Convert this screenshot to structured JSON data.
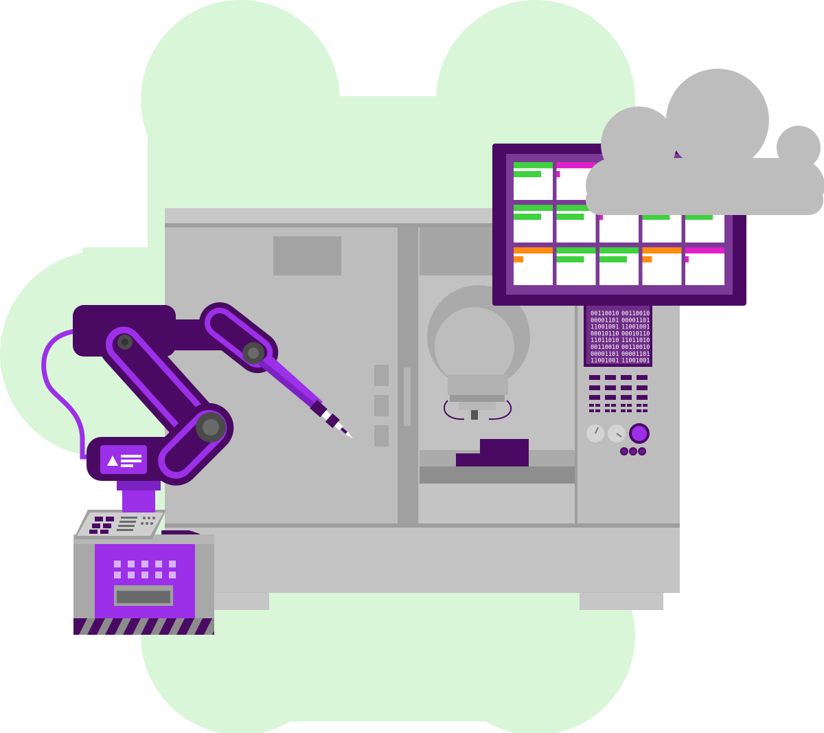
{
  "illustration": {
    "subject": "CNC machine tended by a robotic arm, with a production dashboard linked to the cloud",
    "colors": {
      "background_blob": "#d8f5d8",
      "machine_body": "#bebebe",
      "machine_dark": "#a0a0a0",
      "purple_dark": "#4a0a63",
      "purple_mid": "#7b2a96",
      "purple_bright": "#9b30e8",
      "cloud": "#bdbdbd",
      "status_green": "#3fd13f",
      "status_magenta": "#e020c8",
      "status_orange": "#ff8c10"
    },
    "binary_panel": {
      "rows": [
        [
          "00110010",
          "00110010"
        ],
        [
          "00001101",
          "00001101"
        ],
        [
          "11001001",
          "11001001"
        ],
        [
          "00010110",
          "00010110"
        ],
        [
          "11011010",
          "11011010"
        ],
        [
          "00110010",
          "00110010"
        ],
        [
          "00001101",
          "00001101"
        ],
        [
          "11001001",
          "11001001"
        ]
      ]
    },
    "dashboard": {
      "rows": [
        [
          "green",
          "magenta",
          "none",
          "none",
          "none"
        ],
        [
          "green",
          "green",
          "magenta",
          "green",
          "green"
        ],
        [
          "orange",
          "green",
          "green",
          "orange",
          "magenta"
        ]
      ]
    }
  }
}
